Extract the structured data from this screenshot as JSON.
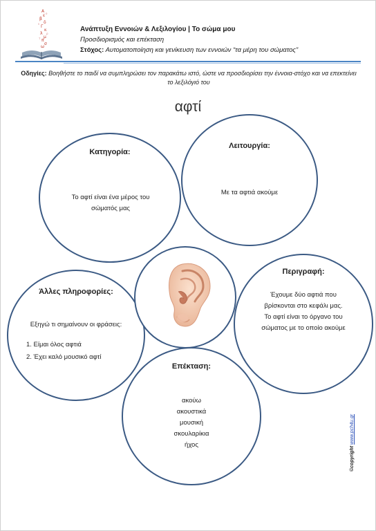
{
  "header": {
    "title": "Ανάπτυξη Εννοιών & Λεξιλογίου | Το σώμα μου",
    "subtitle": "Προσδιορισμός και επέκταση",
    "goal_label": "Στόχος:",
    "goal_text": " Αυτοματοποίηση και γενίκευση  των εννοιών “τα μέρη του σώματος”"
  },
  "instructions": {
    "label": "Οδηγίες:",
    "text": " Βοηθήστε το παιδί να συμπληρώσει τον παρακάτω ιστό, ώστε να προσδιορίσει την έννοια-στόχο και να επεκτείνει το λεξιλόγιό του"
  },
  "concept": "αφτί",
  "circles": {
    "category": {
      "label": "Κατηγορία:",
      "text": "Το αφτί είναι ένα μέρος του σώματός μας"
    },
    "function": {
      "label": "Λειτουργία:",
      "text": "Με τα αφτιά ακούμε"
    },
    "description": {
      "label": "Περιγραφή:",
      "lines": [
        "Έχουμε δύο αφτιά που",
        "βρίσκονται στο κεφάλι μας.",
        "Το αφτί είναι το όργανο του",
        "σώματος με το οποίο ακούμε"
      ]
    },
    "other": {
      "label": "Άλλες πληροφορίες:",
      "intro": "Εξηγώ τι σημαίνουν οι φράσεις:",
      "items": [
        "1. Είμαι όλος αφτιά",
        "2. Έχει καλό μουσικό αφτί"
      ]
    },
    "extension": {
      "label": "Επέκταση:",
      "words": [
        "ακούω",
        "ακουστικά",
        "μουσική",
        "σκουλαρίκια",
        "ήχος"
      ]
    }
  },
  "center_image": "ear-illustration",
  "copyright": {
    "label": "©copyright",
    "url": "www.pch4u.gr"
  },
  "colors": {
    "border": "#3b5a84",
    "rule": "#4a84c4",
    "skin": "#f6cfb6"
  }
}
